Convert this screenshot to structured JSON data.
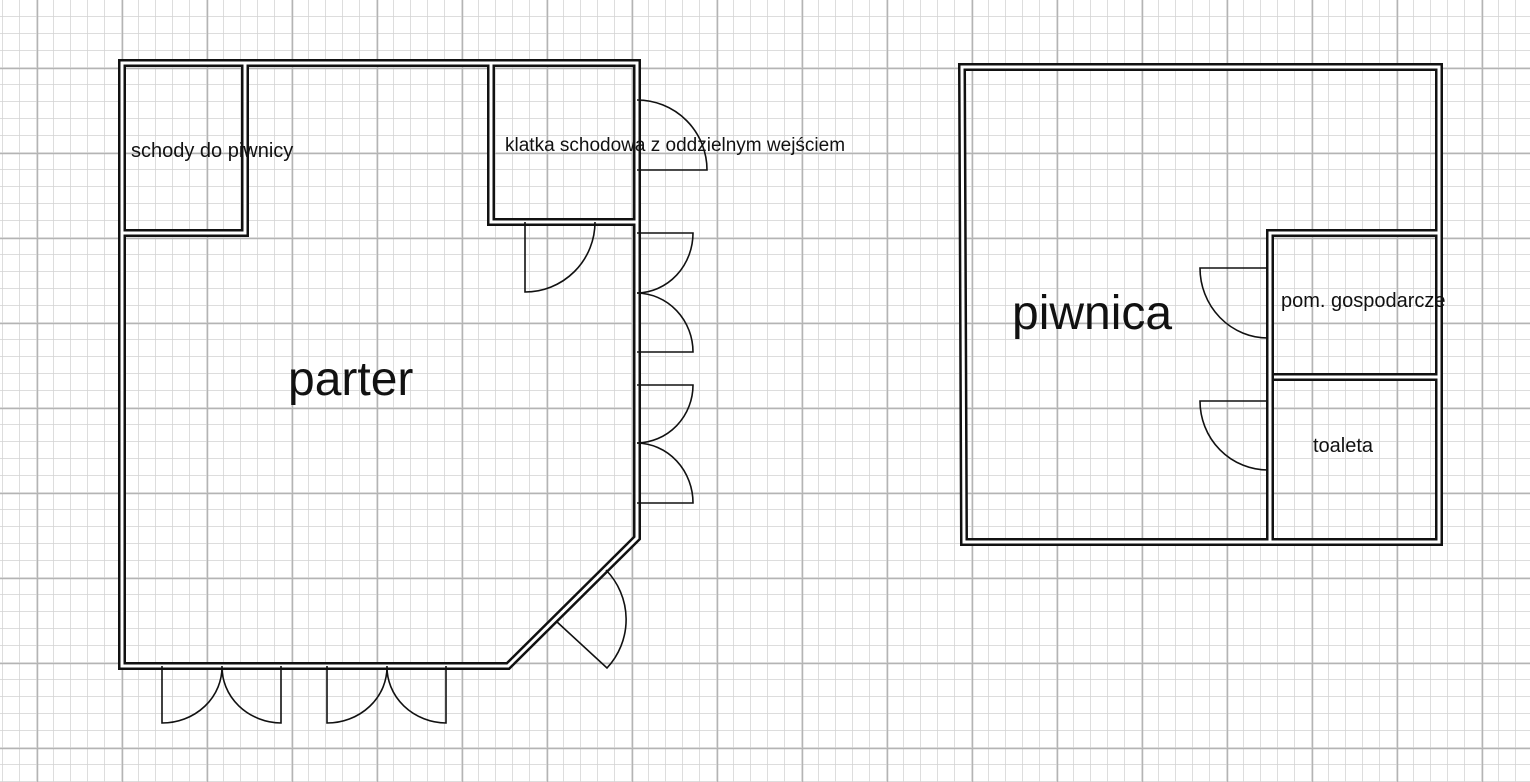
{
  "plan": {
    "ground_floor": {
      "label": "parter",
      "rooms": [
        {
          "label": "schody do piwnicy"
        },
        {
          "label": "klatka schodowa z oddzielnym wejściem"
        }
      ]
    },
    "basement": {
      "label": "piwnica",
      "rooms": [
        {
          "label": "pom. gospodarcze"
        },
        {
          "label": "toaleta"
        }
      ]
    }
  }
}
